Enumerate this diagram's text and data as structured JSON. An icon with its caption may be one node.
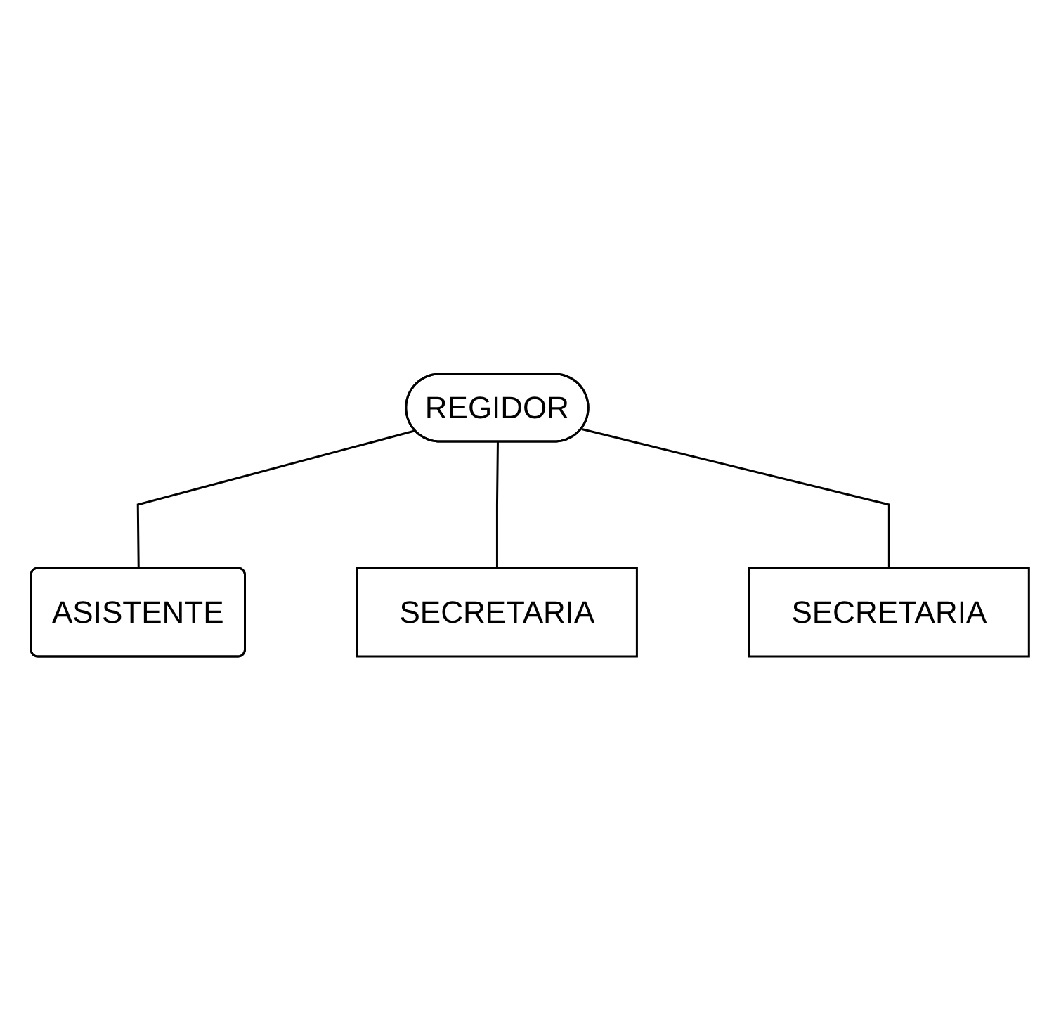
{
  "diagram": {
    "nodes": [
      {
        "text": [
          "REGIDOR"
        ]
      },
      {
        "text": [
          "ASISTENTE"
        ]
      },
      {
        "text": [
          "SECRETARIA"
        ]
      },
      {
        "text": [
          "SECRETARIA"
        ]
      }
    ],
    "edges": [
      {
        "from": 0,
        "to": 1,
        "arrow": "none"
      },
      {
        "from": 0,
        "to": 2,
        "arrow": "none"
      },
      {
        "from": 0,
        "to": 3,
        "arrow": "none"
      }
    ]
  }
}
